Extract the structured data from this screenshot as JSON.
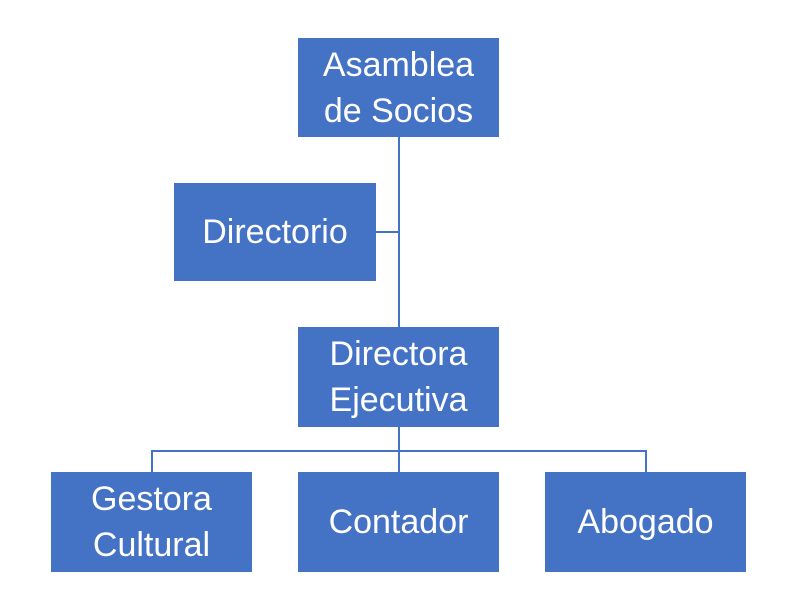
{
  "diagram": {
    "type": "org-chart",
    "colors": {
      "box_fill": "#4472c4",
      "box_text": "#ffffff",
      "connector": "#4472c4"
    },
    "nodes": {
      "asamblea": "Asamblea\nde Socios",
      "directorio": "Directorio",
      "directora": "Directora\nEjecutiva",
      "gestora": "Gestora\nCultural",
      "contador": "Contador",
      "abogado": "Abogado"
    },
    "relations": [
      {
        "from": "asamblea",
        "to": "directora"
      },
      {
        "from": "asamblea",
        "to": "directorio",
        "kind": "assistant"
      },
      {
        "from": "directora",
        "to": "gestora"
      },
      {
        "from": "directora",
        "to": "contador"
      },
      {
        "from": "directora",
        "to": "abogado"
      }
    ]
  }
}
